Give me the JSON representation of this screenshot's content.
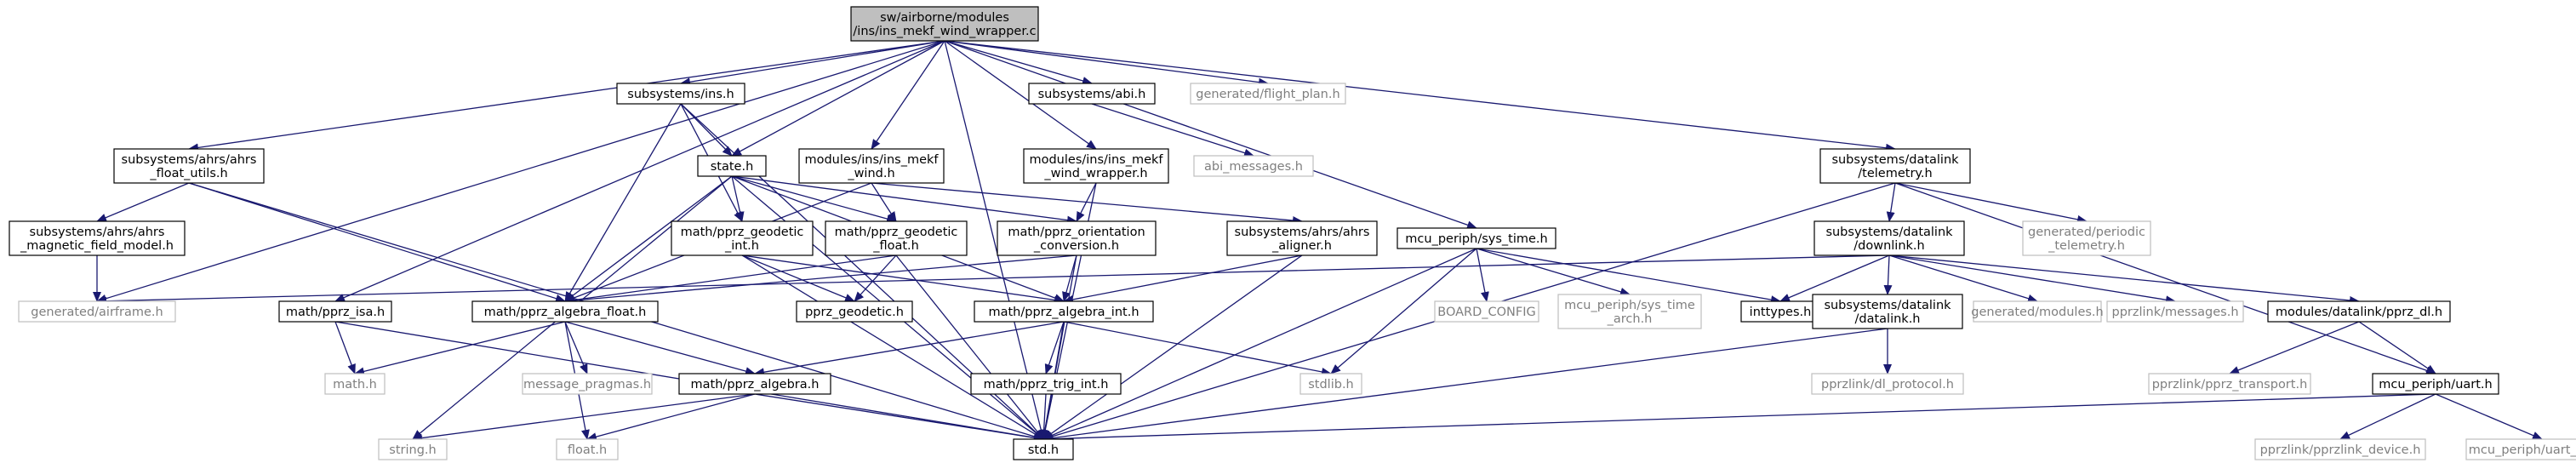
{
  "graph": {
    "colors": {
      "edge": "#191970",
      "root_fill": "#bfbfbf",
      "node_border": "#000000",
      "missing_border": "#bfbfbf",
      "missing_text": "#7f7f7f",
      "text": "#000000"
    },
    "nodes": [
      {
        "id": "root",
        "lines": [
          "sw/airborne/modules",
          "/ins/ins_mekf_wind_wrapper.c"
        ],
        "style": "root"
      },
      {
        "id": "ins_h",
        "lines": [
          "subsystems/ins.h"
        ],
        "style": "normal"
      },
      {
        "id": "abi_h",
        "lines": [
          "subsystems/abi.h"
        ],
        "style": "normal"
      },
      {
        "id": "flight_plan_h",
        "lines": [
          "generated/flight_plan.h"
        ],
        "style": "missing"
      },
      {
        "id": "ahrs_float_utils_h",
        "lines": [
          "subsystems/ahrs/ahrs",
          "_float_utils.h"
        ],
        "style": "normal"
      },
      {
        "id": "state_h",
        "lines": [
          "state.h"
        ],
        "style": "normal"
      },
      {
        "id": "ins_mekf_wind_h",
        "lines": [
          "modules/ins/ins_mekf",
          "_wind.h"
        ],
        "style": "normal"
      },
      {
        "id": "ins_mekf_wind_wrapper_h",
        "lines": [
          "modules/ins/ins_mekf",
          "_wind_wrapper.h"
        ],
        "style": "normal"
      },
      {
        "id": "abi_messages_h",
        "lines": [
          "abi_messages.h"
        ],
        "style": "missing"
      },
      {
        "id": "telemetry_h",
        "lines": [
          "subsystems/datalink",
          "/telemetry.h"
        ],
        "style": "normal"
      },
      {
        "id": "ahrs_magnetic_field_model_h",
        "lines": [
          "subsystems/ahrs/ahrs",
          "_magnetic_field_model.h"
        ],
        "style": "normal"
      },
      {
        "id": "pprz_geodetic_int_h",
        "lines": [
          "math/pprz_geodetic",
          "_int.h"
        ],
        "style": "normal"
      },
      {
        "id": "pprz_geodetic_float_h",
        "lines": [
          "math/pprz_geodetic",
          "_float.h"
        ],
        "style": "normal"
      },
      {
        "id": "pprz_orientation_conversion_h",
        "lines": [
          "math/pprz_orientation",
          "_conversion.h"
        ],
        "style": "normal"
      },
      {
        "id": "ahrs_aligner_h",
        "lines": [
          "subsystems/ahrs/ahrs",
          "_aligner.h"
        ],
        "style": "normal"
      },
      {
        "id": "sys_time_h",
        "lines": [
          "mcu_periph/sys_time.h"
        ],
        "style": "normal"
      },
      {
        "id": "downlink_h",
        "lines": [
          "subsystems/datalink",
          "/downlink.h"
        ],
        "style": "normal"
      },
      {
        "id": "periodic_telemetry_h",
        "lines": [
          "generated/periodic",
          "_telemetry.h"
        ],
        "style": "missing"
      },
      {
        "id": "airframe_h",
        "lines": [
          "generated/airframe.h"
        ],
        "style": "missing"
      },
      {
        "id": "pprz_isa_h",
        "lines": [
          "math/pprz_isa.h"
        ],
        "style": "normal"
      },
      {
        "id": "pprz_algebra_float_h",
        "lines": [
          "math/pprz_algebra_float.h"
        ],
        "style": "normal"
      },
      {
        "id": "pprz_geodetic_h",
        "lines": [
          "pprz_geodetic.h"
        ],
        "style": "normal"
      },
      {
        "id": "pprz_algebra_int_h",
        "lines": [
          "math/pprz_algebra_int.h"
        ],
        "style": "normal"
      },
      {
        "id": "board_config",
        "lines": [
          "BOARD_CONFIG"
        ],
        "style": "missing"
      },
      {
        "id": "sys_time_arch_h",
        "lines": [
          "mcu_periph/sys_time",
          "_arch.h"
        ],
        "style": "missing"
      },
      {
        "id": "inttypes_h",
        "lines": [
          "inttypes.h"
        ],
        "style": "normal"
      },
      {
        "id": "datalink_h",
        "lines": [
          "subsystems/datalink",
          "/datalink.h"
        ],
        "style": "normal"
      },
      {
        "id": "generated_modules_h",
        "lines": [
          "generated/modules.h"
        ],
        "style": "missing"
      },
      {
        "id": "pprzlink_messages_h",
        "lines": [
          "pprzlink/messages.h"
        ],
        "style": "missing"
      },
      {
        "id": "pprz_dl_h",
        "lines": [
          "modules/datalink/pprz_dl.h"
        ],
        "style": "normal"
      },
      {
        "id": "math_h",
        "lines": [
          "math.h"
        ],
        "style": "missing"
      },
      {
        "id": "message_pragmas_h",
        "lines": [
          "message_pragmas.h"
        ],
        "style": "missing"
      },
      {
        "id": "pprz_algebra_h",
        "lines": [
          "math/pprz_algebra.h"
        ],
        "style": "normal"
      },
      {
        "id": "pprz_trig_int_h",
        "lines": [
          "math/pprz_trig_int.h"
        ],
        "style": "normal"
      },
      {
        "id": "stdlib_h",
        "lines": [
          "stdlib.h"
        ],
        "style": "missing"
      },
      {
        "id": "dl_protocol_h",
        "lines": [
          "pprzlink/dl_protocol.h"
        ],
        "style": "missing"
      },
      {
        "id": "pprz_transport_h",
        "lines": [
          "pprzlink/pprz_transport.h"
        ],
        "style": "missing"
      },
      {
        "id": "uart_h",
        "lines": [
          "mcu_periph/uart.h"
        ],
        "style": "normal"
      },
      {
        "id": "string_h",
        "lines": [
          "string.h"
        ],
        "style": "missing"
      },
      {
        "id": "float_h",
        "lines": [
          "float.h"
        ],
        "style": "missing"
      },
      {
        "id": "std_h",
        "lines": [
          "std.h"
        ],
        "style": "normal"
      },
      {
        "id": "pprzlink_device_h",
        "lines": [
          "pprzlink/pprzlink_device.h"
        ],
        "style": "missing"
      },
      {
        "id": "uart_arch_h",
        "lines": [
          "mcu_periph/uart_arch.h"
        ],
        "style": "missing"
      }
    ],
    "edges": [
      [
        "root",
        "ins_h"
      ],
      [
        "root",
        "abi_h"
      ],
      [
        "root",
        "flight_plan_h"
      ],
      [
        "root",
        "ahrs_float_utils_h"
      ],
      [
        "root",
        "state_h"
      ],
      [
        "root",
        "ins_mekf_wind_h"
      ],
      [
        "root",
        "ins_mekf_wind_wrapper_h"
      ],
      [
        "root",
        "telemetry_h"
      ],
      [
        "root",
        "sys_time_h"
      ],
      [
        "root",
        "airframe_h"
      ],
      [
        "root",
        "pprz_isa_h"
      ],
      [
        "root",
        "std_h"
      ],
      [
        "ins_h",
        "state_h"
      ],
      [
        "ins_h",
        "pprz_geodetic_int_h"
      ],
      [
        "ins_h",
        "pprz_algebra_float_h"
      ],
      [
        "ins_h",
        "std_h"
      ],
      [
        "abi_h",
        "abi_messages_h"
      ],
      [
        "ahrs_float_utils_h",
        "ahrs_magnetic_field_model_h"
      ],
      [
        "ahrs_float_utils_h",
        "pprz_algebra_float_h"
      ],
      [
        "ahrs_float_utils_h",
        "std_h"
      ],
      [
        "ahrs_magnetic_field_model_h",
        "airframe_h"
      ],
      [
        "state_h",
        "pprz_geodetic_int_h"
      ],
      [
        "state_h",
        "pprz_geodetic_float_h"
      ],
      [
        "state_h",
        "pprz_orientation_conversion_h"
      ],
      [
        "state_h",
        "pprz_algebra_int_h"
      ],
      [
        "state_h",
        "pprz_algebra_float_h"
      ],
      [
        "state_h",
        "std_h"
      ],
      [
        "state_h",
        "string_h"
      ],
      [
        "ins_mekf_wind_h",
        "pprz_algebra_float_h"
      ],
      [
        "ins_mekf_wind_h",
        "pprz_geodetic_float_h"
      ],
      [
        "ins_mekf_wind_h",
        "ahrs_aligner_h"
      ],
      [
        "ins_mekf_wind_wrapper_h",
        "pprz_orientation_conversion_h"
      ],
      [
        "ins_mekf_wind_wrapper_h",
        "std_h"
      ],
      [
        "telemetry_h",
        "downlink_h"
      ],
      [
        "telemetry_h",
        "periodic_telemetry_h"
      ],
      [
        "telemetry_h",
        "uart_h"
      ],
      [
        "telemetry_h",
        "std_h"
      ],
      [
        "pprz_geodetic_int_h",
        "pprz_geodetic_h"
      ],
      [
        "pprz_geodetic_int_h",
        "pprz_algebra_int_h"
      ],
      [
        "pprz_geodetic_int_h",
        "std_h"
      ],
      [
        "pprz_geodetic_float_h",
        "pprz_geodetic_h"
      ],
      [
        "pprz_geodetic_float_h",
        "pprz_algebra_float_h"
      ],
      [
        "pprz_geodetic_float_h",
        "std_h"
      ],
      [
        "pprz_orientation_conversion_h",
        "pprz_algebra_float_h"
      ],
      [
        "pprz_orientation_conversion_h",
        "pprz_algebra_int_h"
      ],
      [
        "pprz_orientation_conversion_h",
        "std_h"
      ],
      [
        "ahrs_aligner_h",
        "pprz_algebra_int_h"
      ],
      [
        "ahrs_aligner_h",
        "std_h"
      ],
      [
        "sys_time_h",
        "board_config"
      ],
      [
        "sys_time_h",
        "sys_time_arch_h"
      ],
      [
        "sys_time_h",
        "inttypes_h"
      ],
      [
        "sys_time_h",
        "stdlib_h"
      ],
      [
        "sys_time_h",
        "std_h"
      ],
      [
        "downlink_h",
        "airframe_h"
      ],
      [
        "downlink_h",
        "inttypes_h"
      ],
      [
        "downlink_h",
        "datalink_h"
      ],
      [
        "downlink_h",
        "generated_modules_h"
      ],
      [
        "downlink_h",
        "pprzlink_messages_h"
      ],
      [
        "downlink_h",
        "pprz_dl_h"
      ],
      [
        "pprz_isa_h",
        "math_h"
      ],
      [
        "pprz_isa_h",
        "std_h"
      ],
      [
        "pprz_algebra_float_h",
        "math_h"
      ],
      [
        "pprz_algebra_float_h",
        "message_pragmas_h"
      ],
      [
        "pprz_algebra_float_h",
        "pprz_algebra_h"
      ],
      [
        "pprz_algebra_float_h",
        "float_h"
      ],
      [
        "pprz_algebra_int_h",
        "pprz_algebra_h"
      ],
      [
        "pprz_algebra_int_h",
        "pprz_trig_int_h"
      ],
      [
        "pprz_algebra_int_h",
        "stdlib_h"
      ],
      [
        "pprz_algebra_int_h",
        "std_h"
      ],
      [
        "datalink_h",
        "dl_protocol_h"
      ],
      [
        "datalink_h",
        "std_h"
      ],
      [
        "pprz_dl_h",
        "pprz_transport_h"
      ],
      [
        "pprz_dl_h",
        "uart_h"
      ],
      [
        "pprz_algebra_h",
        "string_h"
      ],
      [
        "pprz_algebra_h",
        "float_h"
      ],
      [
        "pprz_algebra_h",
        "std_h"
      ],
      [
        "pprz_trig_int_h",
        "std_h"
      ],
      [
        "uart_h",
        "std_h"
      ],
      [
        "uart_h",
        "pprzlink_device_h"
      ],
      [
        "uart_h",
        "uart_arch_h"
      ]
    ]
  }
}
